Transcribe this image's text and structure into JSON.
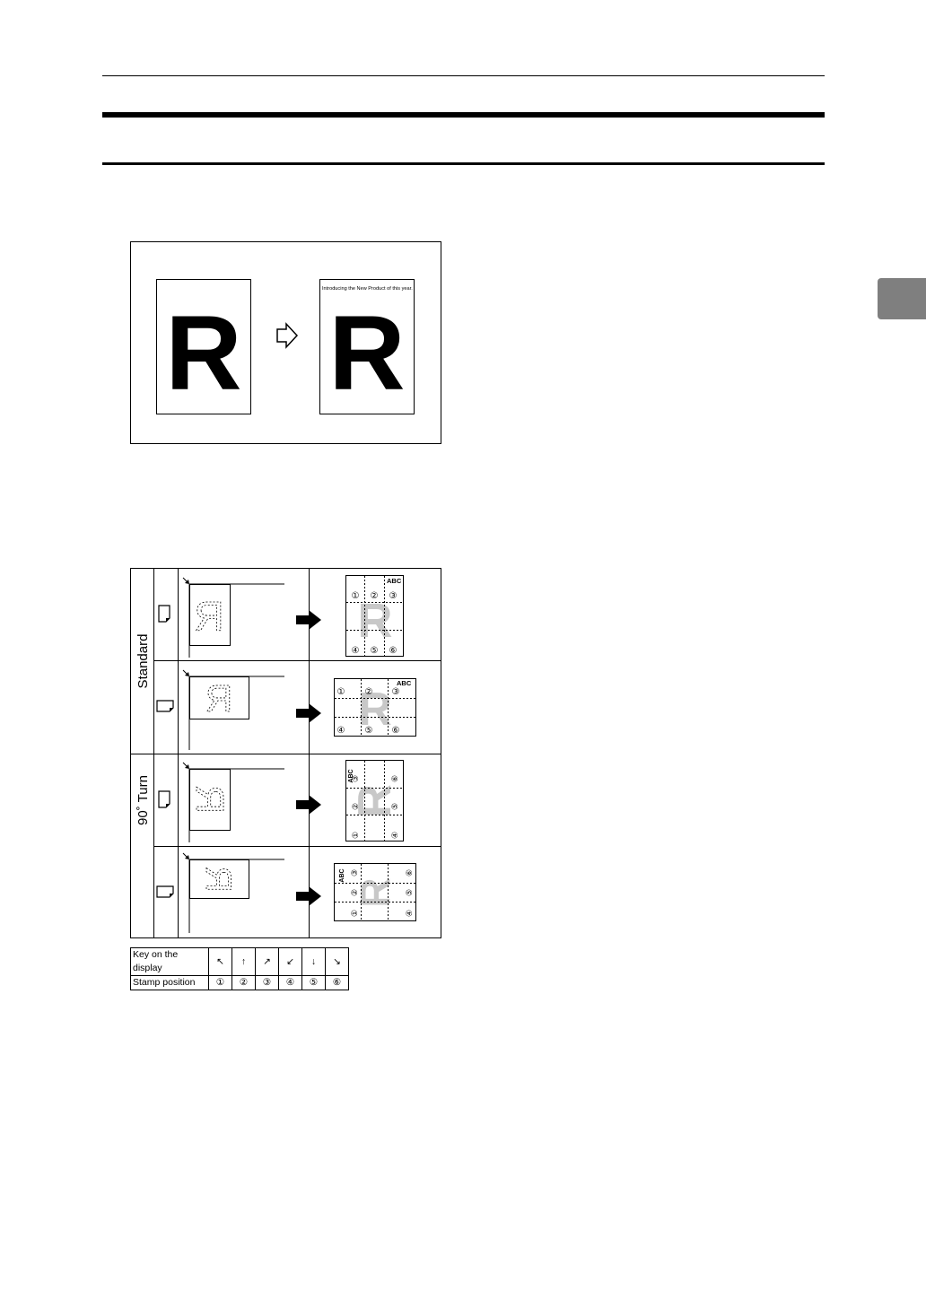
{
  "illustration1": {
    "stamp_text": "Introducing the New Product of this year.",
    "letter": "R"
  },
  "illustration2": {
    "groups": [
      {
        "label": "Standard"
      },
      {
        "label": "90˚ Turn"
      }
    ],
    "stamp_label": "ABC",
    "letter": "R",
    "mirrored_letter": "Я",
    "positions": [
      "①",
      "②",
      "③",
      "④",
      "⑤",
      "⑥"
    ]
  },
  "key_table": {
    "row1_label": "Key on the display",
    "row2_label": "Stamp position",
    "keys": [
      "↖",
      "↑",
      "↗",
      "↙",
      "↓",
      "↘"
    ],
    "positions": [
      "①",
      "②",
      "③",
      "④",
      "⑤",
      "⑥"
    ]
  },
  "colors": {
    "side_tab": "#7f7f7f",
    "ghost_letter": "#c8c8c8"
  }
}
